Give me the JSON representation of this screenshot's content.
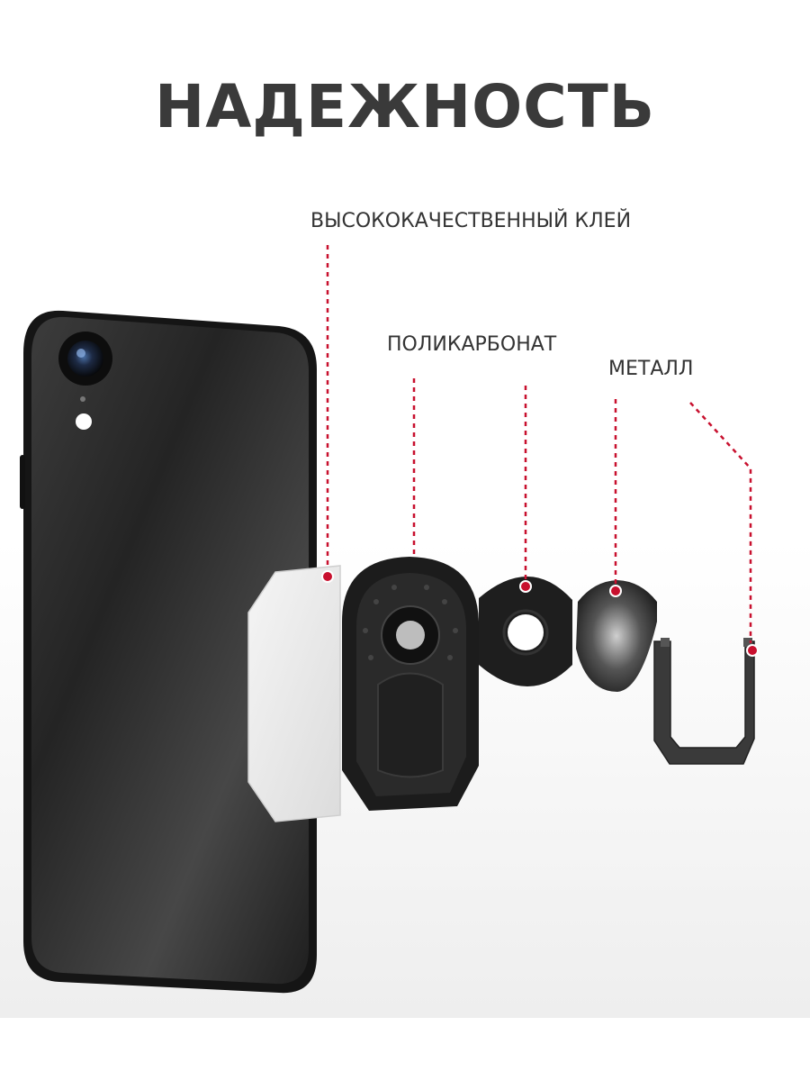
{
  "title": "НАДЕЖНОСТЬ",
  "callouts": {
    "adhesive": "ВЫСОКОКАЧЕСТВЕННЫЙ КЛЕЙ",
    "polycarbonate": "ПОЛИКАРБОНАТ",
    "metal": "МЕТАЛЛ"
  },
  "colors": {
    "title": "#3a3a3a",
    "label": "#333333",
    "callout_line": "#c8102e",
    "phone_body": "#2b2b2b"
  }
}
